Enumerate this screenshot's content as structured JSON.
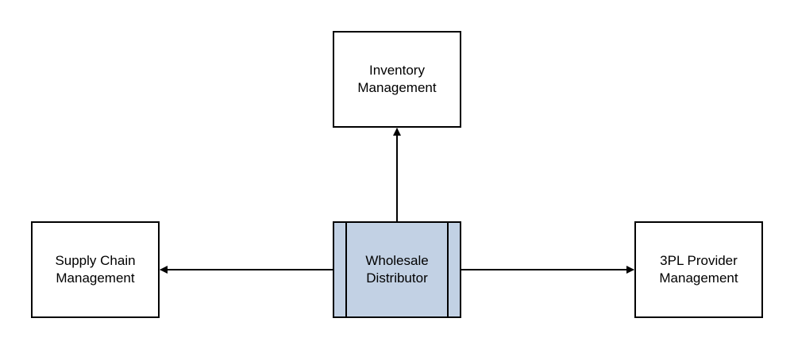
{
  "diagram": {
    "nodes": {
      "inventory": {
        "label": "Inventory\nManagement"
      },
      "supply_chain": {
        "label": "Supply Chain\nManagement"
      },
      "wholesale": {
        "label": "Wholesale\nDistributor"
      },
      "provider_3pl": {
        "label": "3PL Provider\nManagement"
      }
    },
    "edges": [
      {
        "from": "wholesale",
        "to": "inventory"
      },
      {
        "from": "wholesale",
        "to": "supply_chain"
      },
      {
        "from": "wholesale",
        "to": "provider_3pl"
      }
    ],
    "colors": {
      "process_fill": "#c2d1e4",
      "box_fill": "#ffffff",
      "stroke": "#000000"
    }
  }
}
